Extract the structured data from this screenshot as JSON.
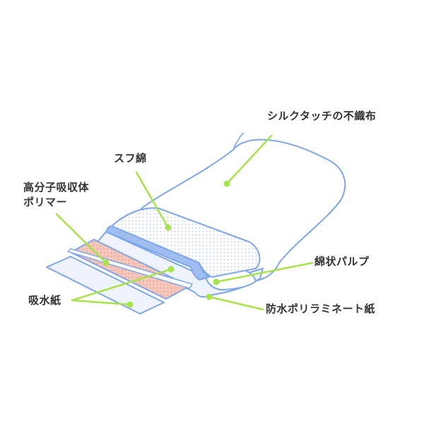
{
  "labels": {
    "silk": "シルクタッチの不織布",
    "sufu": "スフ綿",
    "polymer_line1": "高分子吸収体",
    "polymer_line2": "ポリマー",
    "pulp": "綿状パルプ",
    "paper": "吸水紙",
    "laminate": "防水ポリラミネート紙"
  },
  "colors": {
    "outline": "#7da6e8",
    "leader": "#a6e24a",
    "polymer_fill": "#f6c7bb",
    "polymer_dot": "#eba79a",
    "mesh_dot": "#c3cfe4",
    "film": "#eef3fb",
    "text": "#333333"
  }
}
